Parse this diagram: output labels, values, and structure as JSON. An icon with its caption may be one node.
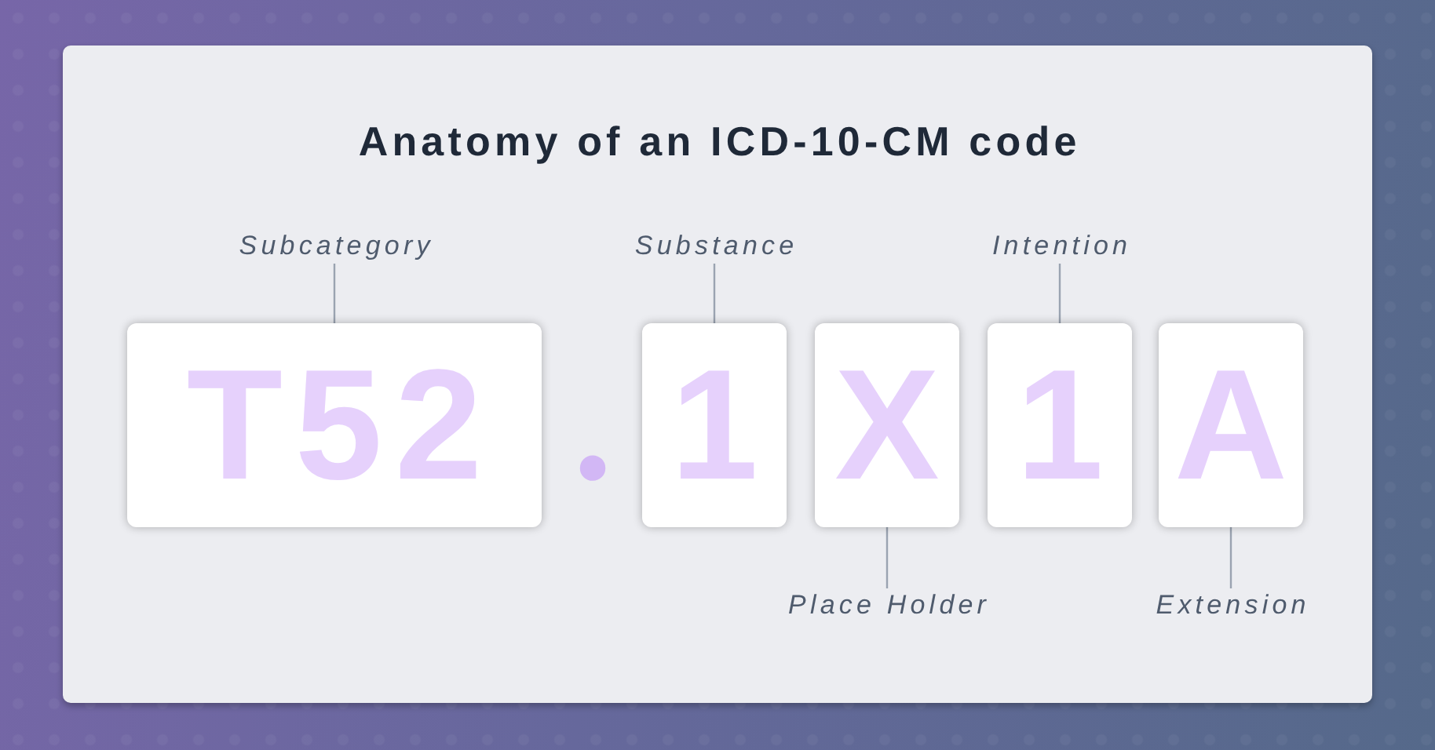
{
  "diagram": {
    "title": "Anatomy of an ICD-10-CM code",
    "nodes": [
      {
        "text": [
          "Subcategory"
        ]
      },
      {
        "text": [
          "Substance"
        ]
      },
      {
        "text": [
          "Intention"
        ]
      },
      {
        "text": [
          "T52"
        ]
      },
      {
        "text": [
          "1"
        ]
      },
      {
        "text": [
          "X"
        ]
      },
      {
        "text": [
          "1"
        ]
      },
      {
        "text": [
          "A"
        ]
      },
      {
        "text": [
          "Place Holder"
        ]
      },
      {
        "text": [
          "Extension"
        ]
      }
    ],
    "edges": [
      {
        "from": 0,
        "to": 3,
        "arrow": "none"
      },
      {
        "from": 1,
        "to": 4,
        "arrow": "none"
      },
      {
        "from": 2,
        "to": 6,
        "arrow": "none"
      },
      {
        "from": 8,
        "to": 5,
        "arrow": "none"
      },
      {
        "from": 9,
        "to": 7,
        "arrow": "none"
      }
    ],
    "labels": [
      "."
    ]
  }
}
